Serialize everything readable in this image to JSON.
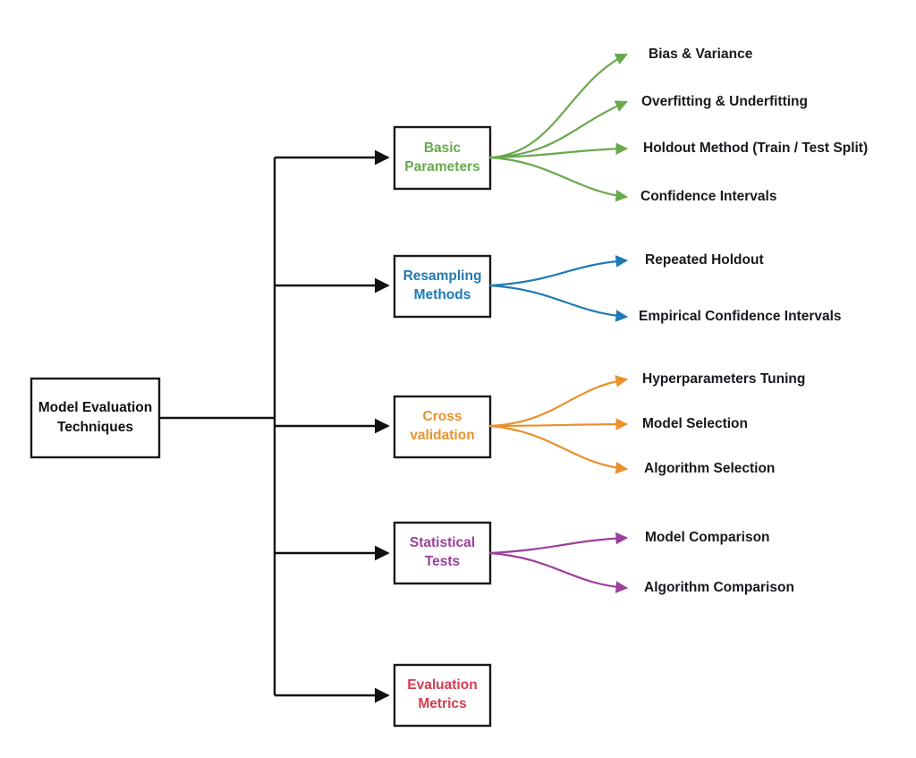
{
  "diagram": {
    "title": "Model Evaluation Techniques",
    "type": "tree-mindmap",
    "root": {
      "label_line1": "Model Evaluation",
      "label_line2": "Techniques",
      "color": "#111111"
    },
    "branches": [
      {
        "id": "basic-parameters",
        "label_line1": "Basic",
        "label_line2": "Parameters",
        "color": "#6aa84f",
        "leaves": [
          "Bias & Variance",
          "Overfitting & Underfitting",
          "Holdout Method (Train / Test Split)",
          "Confidence Intervals"
        ]
      },
      {
        "id": "resampling-methods",
        "label_line1": "Resampling",
        "label_line2": "Methods",
        "color": "#1f7ab4",
        "leaves": [
          "Repeated Holdout",
          "Empirical Confidence Intervals"
        ]
      },
      {
        "id": "cross-validation",
        "label_line1": "Cross",
        "label_line2": "validation",
        "color": "#e8912d",
        "leaves": [
          "Hyperparameters Tuning",
          "Model Selection",
          "Algorithm Selection"
        ]
      },
      {
        "id": "statistical-tests",
        "label_line1": "Statistical",
        "label_line2": "Tests",
        "color": "#9b3f9b",
        "leaves": [
          "Model Comparison",
          "Algorithm Comparison"
        ]
      },
      {
        "id": "evaluation-metrics",
        "label_line1": "Evaluation",
        "label_line2": "Metrics",
        "color": "#d63b4f",
        "leaves": []
      }
    ]
  }
}
